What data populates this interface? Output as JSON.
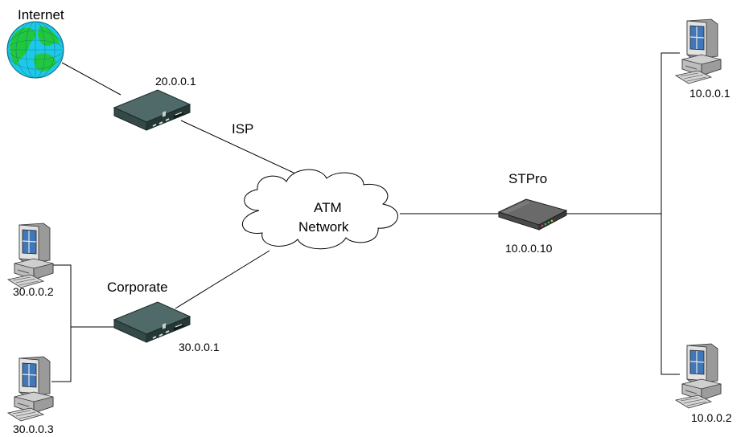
{
  "labels": {
    "internet": "Internet",
    "isp_router_ip": "20.0.0.1",
    "isp": "ISP",
    "atm_line1": "ATM",
    "atm_line2": "Network",
    "stpro": "STPro",
    "stpro_ip": "10.0.0.10",
    "pc_top_right_ip": "10.0.0.1",
    "pc_bottom_right_ip": "10.0.0.2",
    "corporate": "Corporate",
    "corporate_router_ip": "30.0.0.1",
    "pc_left_top_ip": "30.0.0.2",
    "pc_left_bottom_ip": "30.0.0.3"
  },
  "colors": {
    "line": "#000000",
    "globe_ocean": "#1ec8e8",
    "globe_land": "#22c83c",
    "router_top": "#4f6a68",
    "router_front": "#263836",
    "stpro_body": "#5a5a5a",
    "pc_body": "#d8d8d8",
    "pc_screen": "#3f77b8"
  },
  "icons": [
    "globe-icon",
    "router-icon",
    "cloud-icon",
    "modem-icon",
    "computer-icon"
  ]
}
